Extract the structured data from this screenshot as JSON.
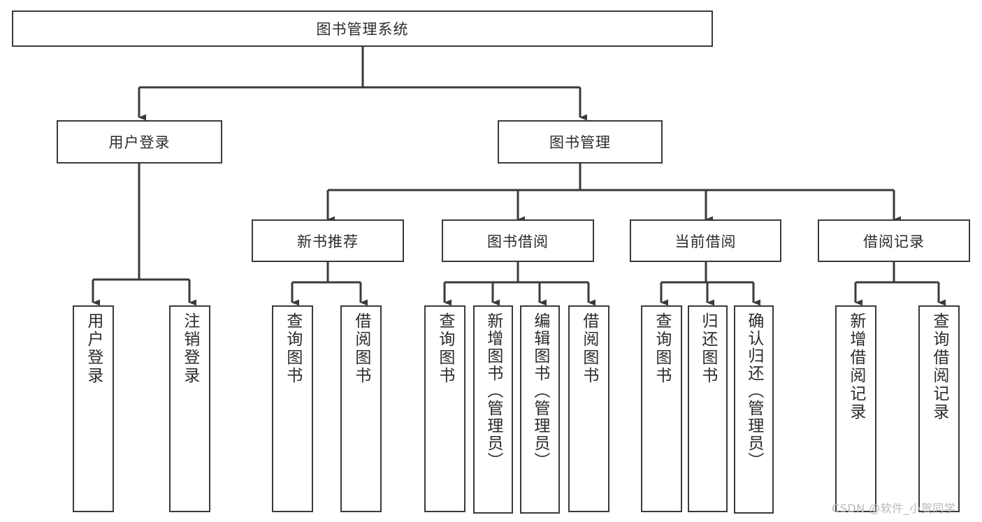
{
  "diagram": {
    "title": "图书管理系统",
    "type": "tree-hierarchy",
    "root": {
      "label": "图书管理系统"
    },
    "level2": [
      {
        "id": "user-login",
        "label": "用户登录"
      },
      {
        "id": "book-management",
        "label": "图书管理"
      }
    ],
    "level3": [
      {
        "id": "new-book-recommend",
        "label": "新书推荐",
        "parent": "book-management"
      },
      {
        "id": "book-borrow",
        "label": "图书借阅",
        "parent": "book-management"
      },
      {
        "id": "current-borrow",
        "label": "当前借阅",
        "parent": "book-management"
      },
      {
        "id": "borrow-record",
        "label": "借阅记录",
        "parent": "book-management"
      }
    ],
    "leaves": [
      {
        "id": "leaf-user-login",
        "label": "用户登录",
        "parent": "user-login"
      },
      {
        "id": "leaf-logout-login",
        "label": "注销登录",
        "parent": "user-login"
      },
      {
        "id": "leaf-query-book-1",
        "label": "查询图书",
        "parent": "new-book-recommend"
      },
      {
        "id": "leaf-borrow-book-1",
        "label": "借阅图书",
        "parent": "new-book-recommend"
      },
      {
        "id": "leaf-query-book-2",
        "label": "查询图书",
        "parent": "book-borrow"
      },
      {
        "id": "leaf-add-book-admin",
        "label": "新增图书（管理员）",
        "parent": "book-borrow"
      },
      {
        "id": "leaf-edit-book-admin",
        "label": "编辑图书（管理员）",
        "parent": "book-borrow"
      },
      {
        "id": "leaf-borrow-book-2",
        "label": "借阅图书",
        "parent": "book-borrow"
      },
      {
        "id": "leaf-query-book-3",
        "label": "查询图书",
        "parent": "current-borrow"
      },
      {
        "id": "leaf-return-book",
        "label": "归还图书",
        "parent": "current-borrow"
      },
      {
        "id": "leaf-confirm-return-admin",
        "label": "确认归还（管理员）",
        "parent": "current-borrow"
      },
      {
        "id": "leaf-add-borrow-record",
        "label": "新增借阅记录",
        "parent": "borrow-record"
      },
      {
        "id": "leaf-query-borrow-record",
        "label": "查询借阅记录",
        "parent": "borrow-record"
      }
    ],
    "colors": {
      "stroke": "#3a3a3a",
      "text": "#2b2b2b",
      "background": "#ffffff",
      "watermark": "#b9b9b9"
    }
  },
  "watermark": {
    "text": "CSDN @软件_小贺同学"
  }
}
